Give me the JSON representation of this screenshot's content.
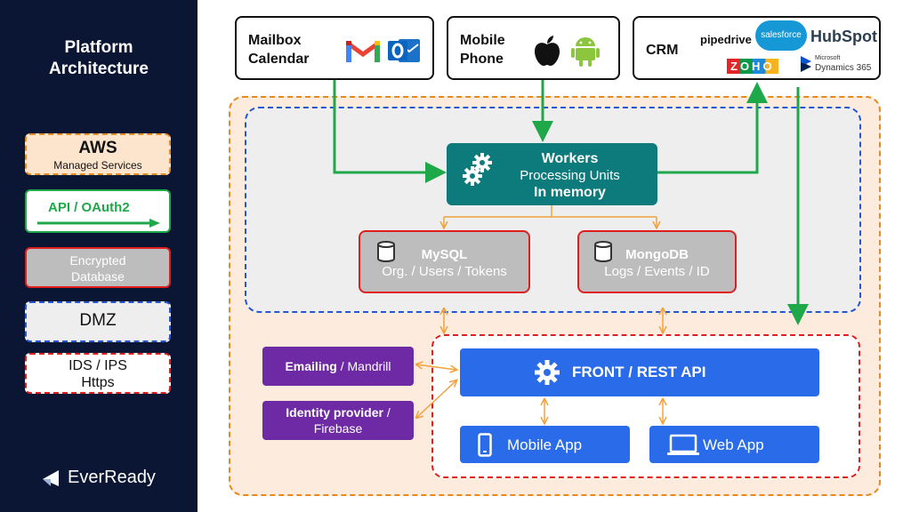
{
  "sidebar": {
    "title": "Platform\nArchitecture",
    "legend": {
      "aws_title": "AWS",
      "aws_sub": "Managed Services",
      "api": "API / OAuth2",
      "db": "Encrypted\nDatabase",
      "dmz": "DMZ",
      "ids": "IDS / IPS\nHttps"
    },
    "brand": "EverReady"
  },
  "sources": {
    "mailbox": "Mailbox\nCalendar",
    "mobile": "Mobile\nPhone",
    "crm": "CRM",
    "crm_logos": {
      "pipedrive": "pipedrive",
      "salesforce": "salesforce",
      "hubspot": "HubSpot",
      "zoho": "ZOHO",
      "dynamics_small": "Microsoft",
      "dynamics": "Dynamics 365"
    }
  },
  "workers": {
    "title": "Workers",
    "sub": "Processing Units",
    "mem": "In memory"
  },
  "mysql": {
    "title": "MySQL",
    "sub": "Org. / Users / Tokens"
  },
  "mongodb": {
    "title": "MongoDB",
    "sub": "Logs / Events / ID"
  },
  "emailing": {
    "bold": "Emailing",
    "rest": " / Mandrill"
  },
  "identity": {
    "bold": "Identity provider",
    "rest": " /\nFirebase"
  },
  "front_api": "FRONT / REST API",
  "mobile_app": "Mobile App",
  "web_app": "Web App",
  "colors": {
    "sidebar_bg": "#0b1634",
    "aws_orange": "#e58a1f",
    "aws_fill": "#fdecdd",
    "api_green": "#1fa84a",
    "db_red": "#e01e1e",
    "dmz_blue": "#2456d6",
    "workers_teal": "#0d7a7c",
    "purple": "#6d2aa4",
    "api_blue": "#2a6be9"
  },
  "icons": [
    "gmail-icon",
    "outlook-icon",
    "apple-icon",
    "android-icon",
    "gear-icon",
    "database-icon",
    "phone-icon",
    "laptop-icon",
    "everready-logo-icon"
  ]
}
